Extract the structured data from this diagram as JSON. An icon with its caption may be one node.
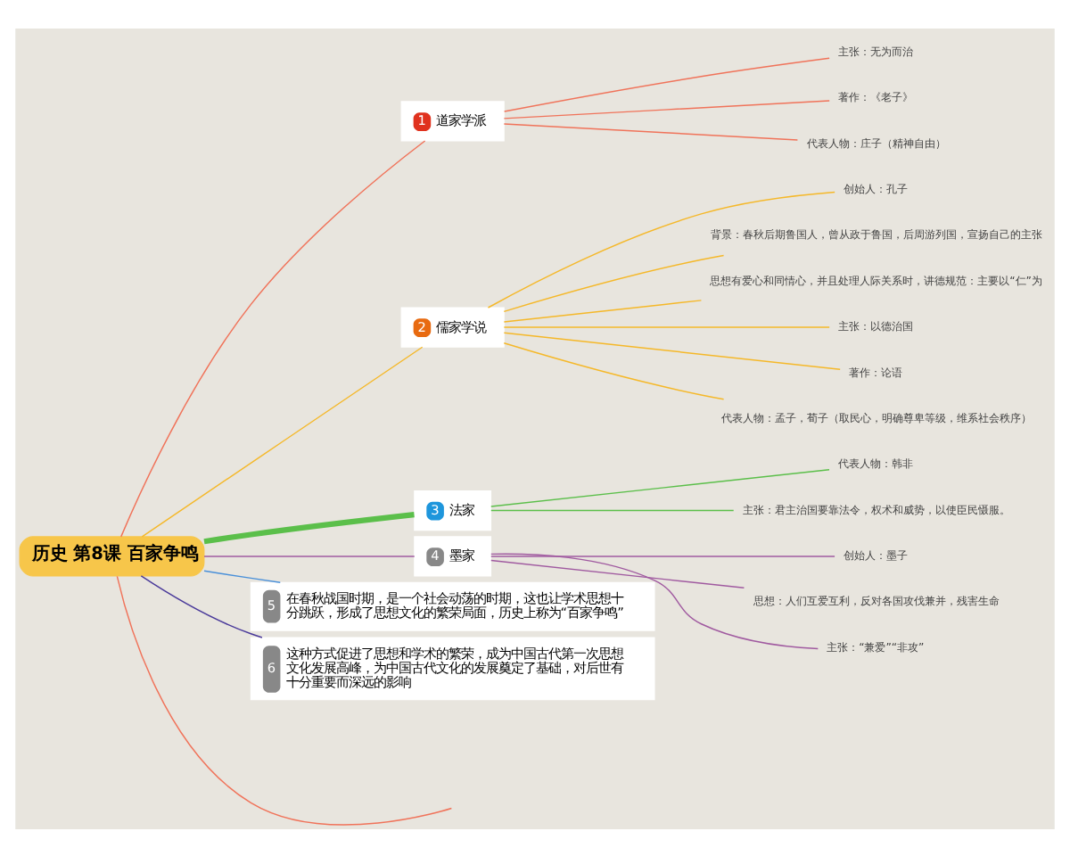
{
  "diagram": {
    "nodes": [
      {
        "text": [
          "历史 第8课 百家争鸣"
        ]
      },
      {
        "text": [
          "1",
          "道家学派"
        ]
      },
      {
        "text": [
          "主张：无为而治"
        ]
      },
      {
        "text": [
          "著作：《老子》"
        ]
      },
      {
        "text": [
          "代表人物：庄子（精神自由）"
        ]
      },
      {
        "text": [
          "2",
          "儒家学说"
        ]
      },
      {
        "text": [
          "创始人：孔子"
        ]
      },
      {
        "text": [
          "背景：春秋后期鲁国人，曾从政于鲁国，后周游列国，宣扬自己的主张"
        ]
      },
      {
        "text": [
          "思想有爱心和同情心，并且处理人际关系时，讲德规范：主要以“仁”为"
        ]
      },
      {
        "text": [
          "主张：以德治国"
        ]
      },
      {
        "text": [
          "著作：论语"
        ]
      },
      {
        "text": [
          "代表人物：孟子，荀子（取民心，明确尊卑等级，维系社会秩序）"
        ]
      },
      {
        "text": [
          "3",
          "法家"
        ]
      },
      {
        "text": [
          "代表人物：韩非"
        ]
      },
      {
        "text": [
          "主张：君主治国要靠法令，权术和威势，以使臣民慑服。"
        ]
      },
      {
        "text": [
          "4",
          "墨家"
        ]
      },
      {
        "text": [
          "创始人：墨子"
        ]
      },
      {
        "text": [
          "思想：人们互爱互利，反对各国攻伐兼并，残害生命"
        ]
      },
      {
        "text": [
          "主张：“兼爱”“非攻”"
        ]
      },
      {
        "text": [
          "5",
          "在春秋战国时期，是一个社会动荡的时期，这也让学术思想十分跳跃，形成了思想文化的繁荣局面，历史上称为“百家争鸣”"
        ]
      },
      {
        "text": [
          "6",
          "这种方式促进了思想和学术的繁荣，成为中国古代第一次思想文化发展高峰，为中国古代文化的发展奠定了基础，对后世有十分重要而深远的影响"
        ]
      }
    ],
    "edges": [
      {
        "from": 0,
        "to": 1,
        "arrow": "none",
        "color": "#f0735a"
      },
      {
        "from": 1,
        "to": 2,
        "arrow": "none",
        "color": "#f0735a"
      },
      {
        "from": 1,
        "to": 3,
        "arrow": "none",
        "color": "#f0735a"
      },
      {
        "from": 1,
        "to": 4,
        "arrow": "none",
        "color": "#f0735a"
      },
      {
        "from": 0,
        "to": 5,
        "arrow": "none",
        "color": "#f5b829"
      },
      {
        "from": 5,
        "to": 6,
        "arrow": "none",
        "color": "#f5b829"
      },
      {
        "from": 5,
        "to": 7,
        "arrow": "none",
        "color": "#f5b829"
      },
      {
        "from": 5,
        "to": 8,
        "arrow": "none",
        "color": "#f5b829"
      },
      {
        "from": 5,
        "to": 9,
        "arrow": "none",
        "color": "#f5b829"
      },
      {
        "from": 5,
        "to": 10,
        "arrow": "none",
        "color": "#f5b829"
      },
      {
        "from": 5,
        "to": 11,
        "arrow": "none",
        "color": "#f5b829"
      },
      {
        "from": 0,
        "to": 12,
        "arrow": "none",
        "style": "thick",
        "color": "#5bbf4a"
      },
      {
        "from": 12,
        "to": 13,
        "arrow": "none",
        "color": "#5bbf4a"
      },
      {
        "from": 12,
        "to": 14,
        "arrow": "none",
        "color": "#5bbf4a"
      },
      {
        "from": 0,
        "to": 15,
        "arrow": "none",
        "color": "#a05aa0"
      },
      {
        "from": 15,
        "to": 16,
        "arrow": "none",
        "color": "#a05aa0"
      },
      {
        "from": 15,
        "to": 17,
        "arrow": "none",
        "color": "#a05aa0"
      },
      {
        "from": 15,
        "to": 18,
        "arrow": "none",
        "color": "#a05aa0"
      },
      {
        "from": 0,
        "to": 19,
        "arrow": "none",
        "color": "#4a90d9"
      },
      {
        "from": 0,
        "to": 20,
        "arrow": "none",
        "color": "#4a3a9a"
      },
      {
        "from": 0,
        "to": null,
        "arrow": "none",
        "color": "#f0735a"
      }
    ]
  }
}
